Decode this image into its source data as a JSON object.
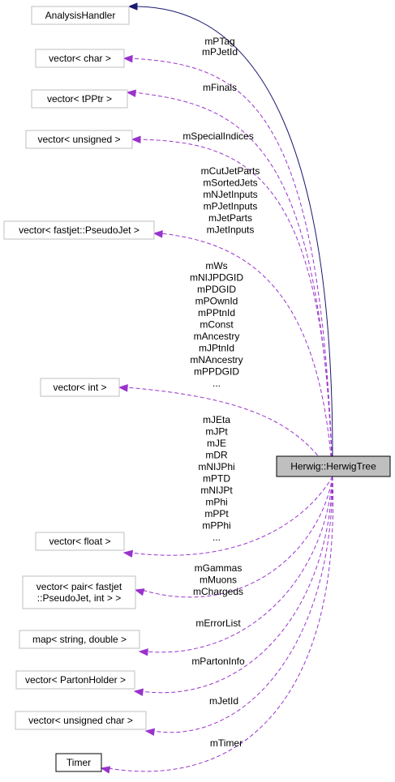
{
  "focus_class": "Herwig::HerwigTree",
  "base_class": "AnalysisHandler",
  "members": [
    {
      "type": "vector< char >",
      "labels": [
        "mPTag",
        "mPJetId"
      ]
    },
    {
      "type": "vector< tPPtr >",
      "labels": [
        "mFinals"
      ]
    },
    {
      "type": "vector< unsigned >",
      "labels": [
        "mSpecialIndices"
      ]
    },
    {
      "type": "vector< fastjet::PseudoJet >",
      "labels": [
        "mCutJetParts",
        "mSortedJets",
        "mNJetInputs",
        "mPJetInputs",
        "mJetParts",
        "mJetInputs"
      ]
    },
    {
      "type": "vector< int >",
      "labels": [
        "mWs",
        "mNIJPDGID",
        "mPDGID",
        "mPOwnId",
        "mPPtnId",
        "mConst",
        "mAncestry",
        "mJPtnId",
        "mNAncestry",
        "mPPDGID",
        "..."
      ]
    },
    {
      "type": "vector< float >",
      "labels": [
        "mJEta",
        "mJPt",
        "mJE",
        "mDR",
        "mNIJPhi",
        "mPTD",
        "mNIJPt",
        "mPhi",
        "mPPt",
        "mPPhi",
        "..."
      ]
    },
    {
      "type": "vector< pair< fastjet\n::PseudoJet, int > >",
      "labels": [
        "mGammas",
        "mMuons",
        "mChargeds"
      ]
    },
    {
      "type": "map< string, double >",
      "labels": [
        "mErrorList"
      ]
    },
    {
      "type": "vector< PartonHolder >",
      "labels": [
        "mPartonInfo"
      ]
    },
    {
      "type": "vector< unsigned char >",
      "labels": [
        "mJetId"
      ]
    },
    {
      "type": "Timer",
      "labels": [
        "mTimer"
      ]
    }
  ],
  "colors": {
    "member_edge": "#9a32cd",
    "inheritance_edge": "#191970",
    "focus_fill": "#bfbfbf",
    "node_border": "#bfbfbf"
  }
}
